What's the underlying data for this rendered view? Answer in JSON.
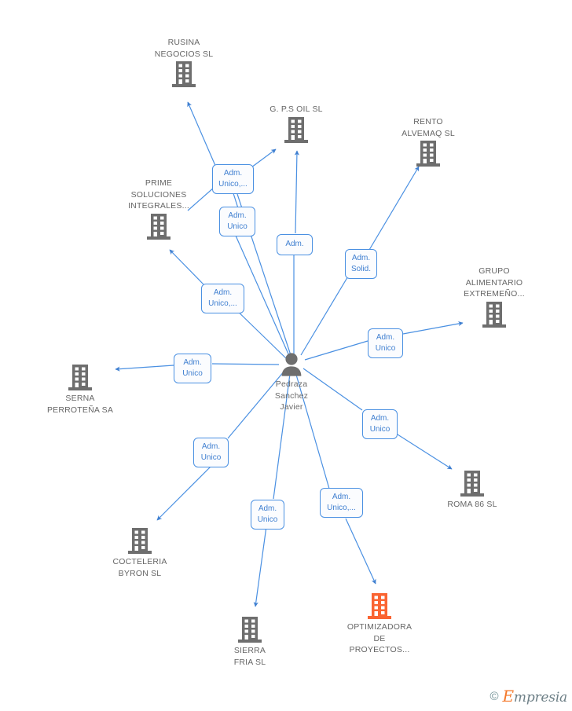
{
  "diagram": {
    "type": "relationship-network",
    "title": "Pedraza Sanchez Javier - business relationships",
    "background_color": "#ffffff",
    "node_color": "#6e6e6e",
    "highlight_color": "#fa6432",
    "edge_color": "#4a90e2",
    "label_text_color": "#3f7fd0",
    "caption_text_color": "#666666"
  },
  "center": {
    "id": "person",
    "icon": "person-icon",
    "name": "Pedraza\nSanchez\nJavier"
  },
  "companies": [
    {
      "id": "rusina",
      "icon": "building-icon",
      "name": "RUSINA\nNEGOCIOS  SL",
      "highlight": false
    },
    {
      "id": "gpsoil",
      "icon": "building-icon",
      "name": "G. P.S OIL  SL",
      "highlight": false
    },
    {
      "id": "rento",
      "icon": "building-icon",
      "name": "RENTO\nALVEMAQ  SL",
      "highlight": false
    },
    {
      "id": "prime",
      "icon": "building-icon",
      "name": "PRIME\nSOLUCIONES\nINTEGRALES...",
      "highlight": false
    },
    {
      "id": "grupo",
      "icon": "building-icon",
      "name": "GRUPO\nALIMENTARIO\nEXTREMEÑO...",
      "highlight": false
    },
    {
      "id": "serna",
      "icon": "building-icon",
      "name": "SERNA\nPERROTEÑA SA",
      "highlight": false
    },
    {
      "id": "roma",
      "icon": "building-icon",
      "name": "ROMA 86 SL",
      "highlight": false
    },
    {
      "id": "cocteleria",
      "icon": "building-icon",
      "name": "COCTELERIA\nBYRON  SL",
      "highlight": false
    },
    {
      "id": "sierra",
      "icon": "building-icon",
      "name": "SIERRA\nFRIA  SL",
      "highlight": false
    },
    {
      "id": "optimizadora",
      "icon": "building-icon",
      "name": "OPTIMIZADORA\nDE\nPROYECTOS...",
      "highlight": true
    }
  ],
  "edge_labels": [
    {
      "id": "chip-rusina-gpsoil-prime",
      "text": "Adm.\nUnico,..."
    },
    {
      "id": "chip-prime-lower",
      "text": "Adm.\nUnico"
    },
    {
      "id": "chip-gpsoil",
      "text": "Adm."
    },
    {
      "id": "chip-rento",
      "text": "Adm.\nSolid."
    },
    {
      "id": "chip-prime",
      "text": "Adm.\nUnico,..."
    },
    {
      "id": "chip-grupo",
      "text": "Adm.\nUnico"
    },
    {
      "id": "chip-serna",
      "text": "Adm.\nUnico"
    },
    {
      "id": "chip-roma",
      "text": "Adm.\nUnico"
    },
    {
      "id": "chip-cocteleria",
      "text": "Adm.\nUnico"
    },
    {
      "id": "chip-sierra",
      "text": "Adm.\nUnico"
    },
    {
      "id": "chip-optimizadora",
      "text": "Adm.\nUnico,..."
    }
  ],
  "watermark": {
    "copyright": "©",
    "brand_initial": "E",
    "brand_rest": "mpresia"
  }
}
